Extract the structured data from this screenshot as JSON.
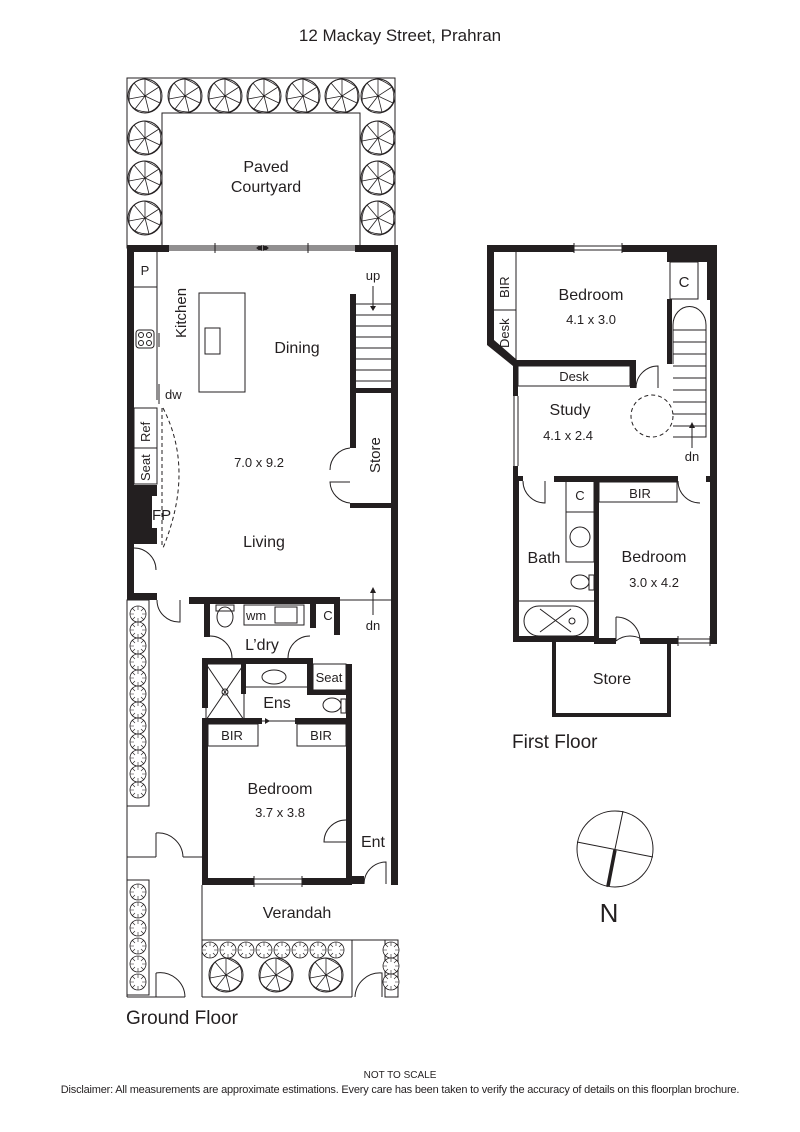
{
  "title": "12 Mackay Street, Prahran",
  "ground_floor": {
    "label": "Ground Floor",
    "rooms": {
      "courtyard_line1": "Paved",
      "courtyard_line2": "Courtyard",
      "pantry": "P",
      "kitchen": "Kitchen",
      "dining": "Dining",
      "up": "up",
      "dw": "dw",
      "ref": "Ref",
      "seat": "Seat",
      "fp": "FP",
      "living_dims": "7.0 x 9.2",
      "store": "Store",
      "living": "Living",
      "wm": "wm",
      "cupboard": "C",
      "dn": "dn",
      "laundry": "L’dry",
      "ens_seat": "Seat",
      "ensuite": "Ens",
      "bir_left": "BIR",
      "bir_right": "BIR",
      "bedroom": "Bedroom",
      "bedroom_dims": "3.7 x 3.8",
      "entry": "Ent",
      "verandah": "Verandah"
    }
  },
  "first_floor": {
    "label": "First Floor",
    "rooms": {
      "bir_top": "BIR",
      "desk_side": "Desk",
      "bedroom1": "Bedroom",
      "bedroom1_dims": "4.1 x 3.0",
      "cupboard_top": "C",
      "desk": "Desk",
      "study": "Study",
      "study_dims": "4.1 x 2.4",
      "dn": "dn",
      "cupboard_bath": "C",
      "bir": "BIR",
      "bath": "Bath",
      "bedroom2": "Bedroom",
      "bedroom2_dims": "3.0 x 4.2",
      "store": "Store"
    }
  },
  "compass": {
    "label": "N"
  },
  "footer": {
    "scale_note": "NOT TO SCALE",
    "disclaimer": "Disclaimer: All measurements are approximate estimations. Every care has been taken to verify the accuracy of details on this floorplan brochure."
  }
}
